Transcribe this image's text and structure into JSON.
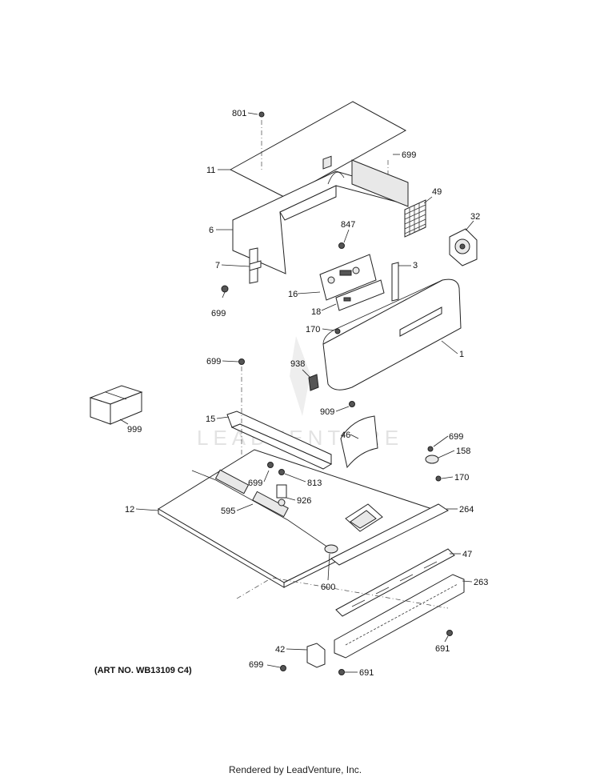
{
  "diagram": {
    "art_number": "(ART NO. WB13109 C4)",
    "footer": "Rendered by LeadVenture, Inc.",
    "watermark": "LEADVENTURE",
    "callouts": [
      "801",
      "699",
      "11",
      "49",
      "32",
      "6",
      "847",
      "7",
      "3",
      "16",
      "699",
      "18",
      "170",
      "1",
      "699",
      "938",
      "999",
      "909",
      "15",
      "46",
      "699",
      "158",
      "699",
      "813",
      "170",
      "12",
      "926",
      "595",
      "264",
      "47",
      "600",
      "263",
      "42",
      "691",
      "699",
      "691"
    ]
  }
}
